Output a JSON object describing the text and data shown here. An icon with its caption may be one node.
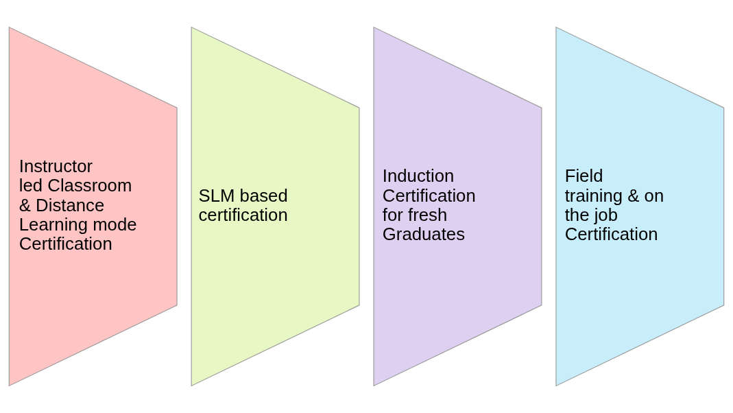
{
  "diagram": {
    "nodes": [
      {
        "text": [
          "Instructor led Classroom & Distance Learning mode Certification"
        ]
      },
      {
        "text": [
          "SLM based certification"
        ]
      },
      {
        "text": [
          "Induction Certification for fresh Graduates"
        ]
      },
      {
        "text": [
          "Field training & on the job Certification"
        ]
      }
    ]
  }
}
